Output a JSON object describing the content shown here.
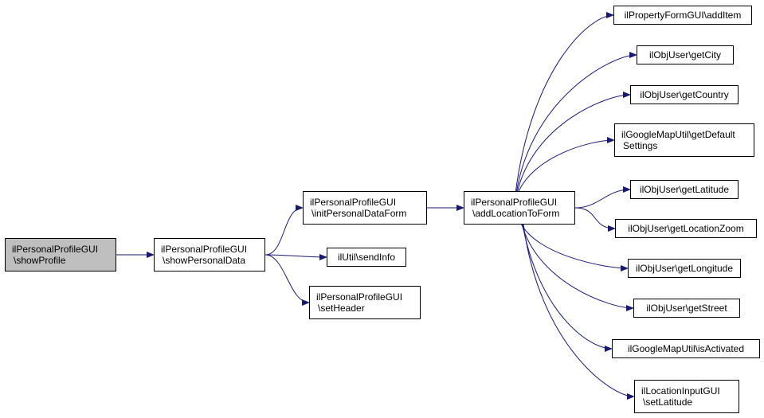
{
  "colors": {
    "edge": "#191970",
    "node_fill": "#ffffff",
    "current_fill": "#bfbfbf",
    "border": "#000000"
  },
  "nodes": [
    {
      "id": "showProfile",
      "lines": [
        "ilPersonalProfileGUI",
        "\\showProfile"
      ],
      "current": true
    },
    {
      "id": "showPersonalData",
      "lines": [
        "ilPersonalProfileGUI",
        "\\showPersonalData"
      ]
    },
    {
      "id": "initPersonalDataForm",
      "lines": [
        "ilPersonalProfileGUI",
        "\\initPersonalDataForm"
      ]
    },
    {
      "id": "sendInfo",
      "lines": [
        "ilUtil\\sendInfo"
      ]
    },
    {
      "id": "setHeader",
      "lines": [
        "ilPersonalProfileGUI",
        "\\setHeader"
      ]
    },
    {
      "id": "addLocationToForm",
      "lines": [
        "ilPersonalProfileGUI",
        "\\addLocationToForm"
      ]
    },
    {
      "id": "addItem",
      "lines": [
        "ilPropertyFormGUI\\addItem"
      ]
    },
    {
      "id": "getCity",
      "lines": [
        "ilObjUser\\getCity"
      ]
    },
    {
      "id": "getCountry",
      "lines": [
        "ilObjUser\\getCountry"
      ]
    },
    {
      "id": "getDefaultSettings",
      "lines": [
        "ilGoogleMapUtil\\getDefault",
        "Settings"
      ]
    },
    {
      "id": "getLatitude",
      "lines": [
        "ilObjUser\\getLatitude"
      ]
    },
    {
      "id": "getLocationZoom",
      "lines": [
        "ilObjUser\\getLocationZoom"
      ]
    },
    {
      "id": "getLongitude",
      "lines": [
        "ilObjUser\\getLongitude"
      ]
    },
    {
      "id": "getStreet",
      "lines": [
        "ilObjUser\\getStreet"
      ]
    },
    {
      "id": "isActivated",
      "lines": [
        "ilGoogleMapUtil\\isActivated"
      ]
    },
    {
      "id": "setLatitude",
      "lines": [
        "ilLocationInputGUI",
        "\\setLatitude"
      ]
    }
  ],
  "edges": [
    [
      "showProfile",
      "showPersonalData"
    ],
    [
      "showPersonalData",
      "initPersonalDataForm"
    ],
    [
      "showPersonalData",
      "sendInfo"
    ],
    [
      "showPersonalData",
      "setHeader"
    ],
    [
      "initPersonalDataForm",
      "addLocationToForm"
    ],
    [
      "addLocationToForm",
      "addItem"
    ],
    [
      "addLocationToForm",
      "getCity"
    ],
    [
      "addLocationToForm",
      "getCountry"
    ],
    [
      "addLocationToForm",
      "getDefaultSettings"
    ],
    [
      "addLocationToForm",
      "getLatitude"
    ],
    [
      "addLocationToForm",
      "getLocationZoom"
    ],
    [
      "addLocationToForm",
      "getLongitude"
    ],
    [
      "addLocationToForm",
      "getStreet"
    ],
    [
      "addLocationToForm",
      "isActivated"
    ],
    [
      "addLocationToForm",
      "setLatitude"
    ]
  ]
}
